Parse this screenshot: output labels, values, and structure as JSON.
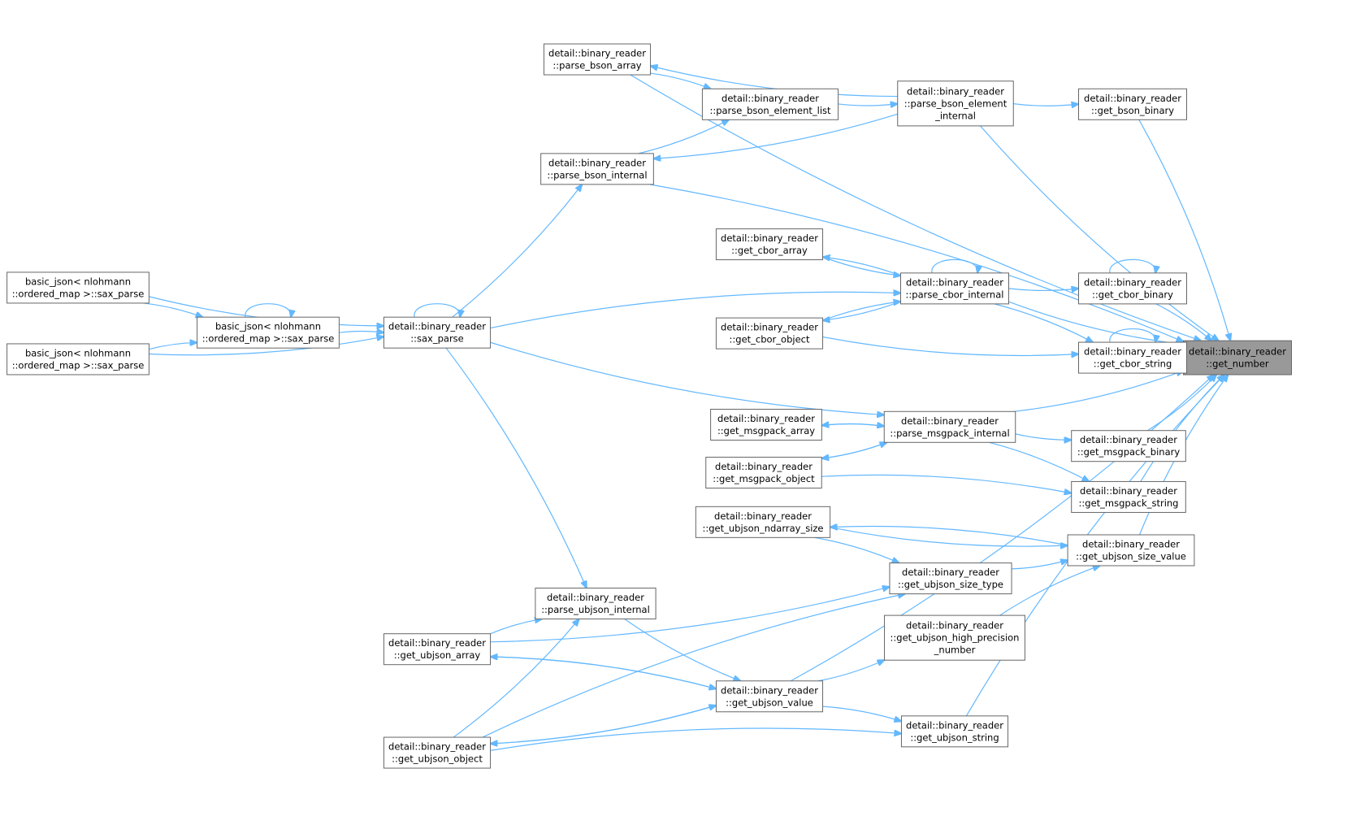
{
  "nodes": [
    {
      "id": "get_number",
      "lines": [
        "detail::binary_reader",
        "::get_number"
      ]
    },
    {
      "id": "parse_bson_array",
      "lines": [
        "detail::binary_reader",
        "::parse_bson_array"
      ]
    },
    {
      "id": "parse_bson_element_list",
      "lines": [
        "detail::binary_reader",
        "::parse_bson_element_list"
      ]
    },
    {
      "id": "parse_bson_element_internal",
      "lines": [
        "detail::binary_reader",
        "::parse_bson_element",
        "_internal"
      ]
    },
    {
      "id": "get_bson_binary",
      "lines": [
        "detail::binary_reader",
        "::get_bson_binary"
      ]
    },
    {
      "id": "parse_bson_internal",
      "lines": [
        "detail::binary_reader",
        "::parse_bson_internal"
      ]
    },
    {
      "id": "get_cbor_array",
      "lines": [
        "detail::binary_reader",
        "::get_cbor_array"
      ]
    },
    {
      "id": "parse_cbor_internal",
      "lines": [
        "detail::binary_reader",
        "::parse_cbor_internal"
      ]
    },
    {
      "id": "get_cbor_binary",
      "lines": [
        "detail::binary_reader",
        "::get_cbor_binary"
      ]
    },
    {
      "id": "get_cbor_object",
      "lines": [
        "detail::binary_reader",
        "::get_cbor_object"
      ]
    },
    {
      "id": "get_cbor_string",
      "lines": [
        "detail::binary_reader",
        "::get_cbor_string"
      ]
    },
    {
      "id": "sax_parse_outer1",
      "lines": [
        "basic_json< nlohmann",
        "::ordered_map >::sax_parse"
      ]
    },
    {
      "id": "sax_parse_outer2",
      "lines": [
        "basic_json< nlohmann",
        "::ordered_map >::sax_parse"
      ]
    },
    {
      "id": "sax_parse_mid",
      "lines": [
        "basic_json< nlohmann",
        "::ordered_map >::sax_parse"
      ]
    },
    {
      "id": "sax_parse_reader",
      "lines": [
        "detail::binary_reader",
        "::sax_parse"
      ]
    },
    {
      "id": "get_msgpack_array",
      "lines": [
        "detail::binary_reader",
        "::get_msgpack_array"
      ]
    },
    {
      "id": "parse_msgpack_internal",
      "lines": [
        "detail::binary_reader",
        "::parse_msgpack_internal"
      ]
    },
    {
      "id": "get_msgpack_object",
      "lines": [
        "detail::binary_reader",
        "::get_msgpack_object"
      ]
    },
    {
      "id": "get_msgpack_binary",
      "lines": [
        "detail::binary_reader",
        "::get_msgpack_binary"
      ]
    },
    {
      "id": "get_msgpack_string",
      "lines": [
        "detail::binary_reader",
        "::get_msgpack_string"
      ]
    },
    {
      "id": "get_ubjson_ndarray_size",
      "lines": [
        "detail::binary_reader",
        "::get_ubjson_ndarray_size"
      ]
    },
    {
      "id": "get_ubjson_size_value",
      "lines": [
        "detail::binary_reader",
        "::get_ubjson_size_value"
      ]
    },
    {
      "id": "get_ubjson_size_type",
      "lines": [
        "detail::binary_reader",
        "::get_ubjson_size_type"
      ]
    },
    {
      "id": "parse_ubjson_internal",
      "lines": [
        "detail::binary_reader",
        "::parse_ubjson_internal"
      ]
    },
    {
      "id": "get_ubjson_high_precision_number",
      "lines": [
        "detail::binary_reader",
        "::get_ubjson_high_precision",
        "_number"
      ]
    },
    {
      "id": "get_ubjson_array",
      "lines": [
        "detail::binary_reader",
        "::get_ubjson_array"
      ]
    },
    {
      "id": "get_ubjson_value",
      "lines": [
        "detail::binary_reader",
        "::get_ubjson_value"
      ]
    },
    {
      "id": "get_ubjson_object",
      "lines": [
        "detail::binary_reader",
        "::get_ubjson_object"
      ]
    },
    {
      "id": "get_ubjson_string",
      "lines": [
        "detail::binary_reader",
        "::get_ubjson_string"
      ]
    }
  ],
  "edges": [
    [
      "parse_bson_array",
      "get_number"
    ],
    [
      "parse_bson_array",
      "parse_bson_element_list"
    ],
    [
      "parse_bson_element_list",
      "parse_bson_element_internal"
    ],
    [
      "parse_bson_element_internal",
      "parse_bson_array"
    ],
    [
      "parse_bson_element_internal",
      "get_bson_binary"
    ],
    [
      "parse_bson_element_internal",
      "parse_bson_internal"
    ],
    [
      "parse_bson_element_internal",
      "get_number"
    ],
    [
      "get_bson_binary",
      "get_number"
    ],
    [
      "parse_bson_internal",
      "parse_bson_element_list"
    ],
    [
      "parse_bson_internal",
      "get_number"
    ],
    [
      "parse_cbor_internal",
      "get_cbor_array"
    ],
    [
      "parse_cbor_internal",
      "get_cbor_object"
    ],
    [
      "parse_cbor_internal",
      "get_cbor_binary"
    ],
    [
      "parse_cbor_internal",
      "get_cbor_string"
    ],
    [
      "parse_cbor_internal",
      "get_number"
    ],
    [
      "parse_cbor_internal",
      "parse_cbor_internal"
    ],
    [
      "get_cbor_array",
      "parse_cbor_internal"
    ],
    [
      "get_cbor_object",
      "parse_cbor_internal"
    ],
    [
      "get_cbor_object",
      "get_cbor_string"
    ],
    [
      "get_cbor_binary",
      "get_number"
    ],
    [
      "get_cbor_binary",
      "get_cbor_binary"
    ],
    [
      "get_cbor_string",
      "get_number"
    ],
    [
      "get_cbor_string",
      "get_cbor_string"
    ],
    [
      "sax_parse_outer1",
      "sax_parse_mid"
    ],
    [
      "sax_parse_outer1",
      "sax_parse_reader"
    ],
    [
      "sax_parse_outer2",
      "sax_parse_mid"
    ],
    [
      "sax_parse_outer2",
      "sax_parse_reader"
    ],
    [
      "sax_parse_mid",
      "sax_parse_reader"
    ],
    [
      "sax_parse_mid",
      "sax_parse_mid"
    ],
    [
      "sax_parse_reader",
      "sax_parse_reader"
    ],
    [
      "sax_parse_reader",
      "parse_bson_internal"
    ],
    [
      "sax_parse_reader",
      "parse_cbor_internal"
    ],
    [
      "sax_parse_reader",
      "parse_msgpack_internal"
    ],
    [
      "sax_parse_reader",
      "parse_ubjson_internal"
    ],
    [
      "parse_msgpack_internal",
      "get_msgpack_array"
    ],
    [
      "parse_msgpack_internal",
      "get_msgpack_object"
    ],
    [
      "parse_msgpack_internal",
      "get_msgpack_binary"
    ],
    [
      "parse_msgpack_internal",
      "get_msgpack_string"
    ],
    [
      "parse_msgpack_internal",
      "get_number"
    ],
    [
      "get_msgpack_array",
      "parse_msgpack_internal"
    ],
    [
      "get_msgpack_object",
      "parse_msgpack_internal"
    ],
    [
      "get_msgpack_object",
      "get_msgpack_string"
    ],
    [
      "get_msgpack_binary",
      "get_number"
    ],
    [
      "get_msgpack_string",
      "get_number"
    ],
    [
      "get_ubjson_ndarray_size",
      "get_ubjson_size_value"
    ],
    [
      "get_ubjson_ndarray_size",
      "get_ubjson_size_type"
    ],
    [
      "get_ubjson_size_value",
      "get_ubjson_ndarray_size"
    ],
    [
      "get_ubjson_size_value",
      "get_number"
    ],
    [
      "get_ubjson_size_type",
      "get_ubjson_size_value"
    ],
    [
      "get_ubjson_high_precision_number",
      "get_ubjson_size_value"
    ],
    [
      "parse_ubjson_internal",
      "get_ubjson_value"
    ],
    [
      "get_ubjson_array",
      "parse_ubjson_internal"
    ],
    [
      "get_ubjson_array",
      "get_ubjson_size_type"
    ],
    [
      "get_ubjson_array",
      "get_ubjson_value"
    ],
    [
      "get_ubjson_object",
      "parse_ubjson_internal"
    ],
    [
      "get_ubjson_object",
      "get_ubjson_size_type"
    ],
    [
      "get_ubjson_object",
      "get_ubjson_value"
    ],
    [
      "get_ubjson_object",
      "get_ubjson_string"
    ],
    [
      "get_ubjson_value",
      "get_ubjson_array"
    ],
    [
      "get_ubjson_value",
      "get_ubjson_object"
    ],
    [
      "get_ubjson_value",
      "get_ubjson_high_precision_number"
    ],
    [
      "get_ubjson_value",
      "get_ubjson_string"
    ],
    [
      "get_ubjson_value",
      "get_number"
    ],
    [
      "get_ubjson_string",
      "get_number"
    ]
  ]
}
